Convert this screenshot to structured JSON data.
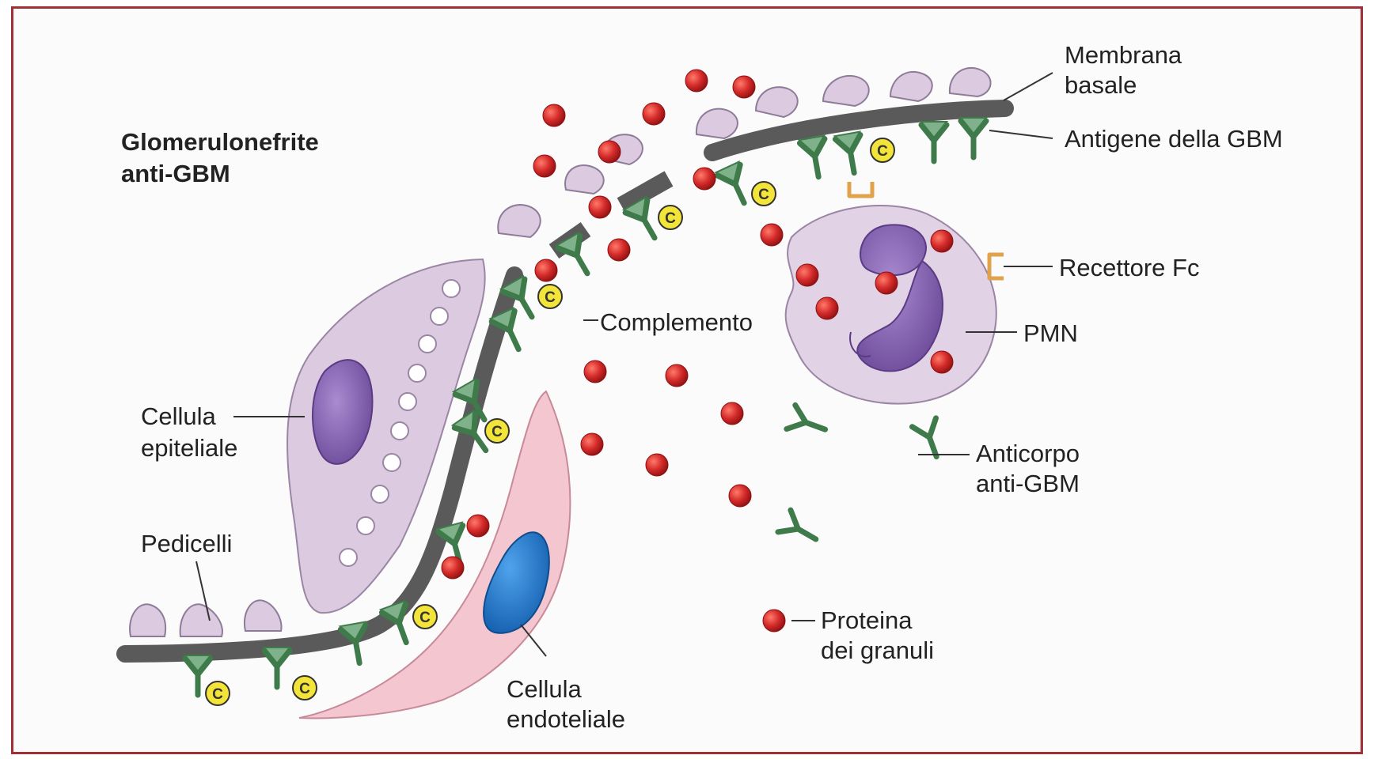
{
  "title": [
    "Glomerulonefrite",
    "anti-GBM"
  ],
  "labels": {
    "membrana_basale": [
      "Membrana",
      "basale"
    ],
    "antigene_gbm": "Antigene della GBM",
    "recettore_fc": "Recettore Fc",
    "complemento": "Complemento",
    "pmn": "PMN",
    "cellula_epiteliale": [
      "Cellula",
      "epiteliale"
    ],
    "anticorpo_anti_gbm": [
      "Anticorpo",
      "anti-GBM"
    ],
    "pedicelli": "Pedicelli",
    "proteina_granuli": [
      "Proteina",
      "dei granuli"
    ],
    "cellula_endoteliale": [
      "Cellula",
      "endoteliale"
    ]
  },
  "complement_symbol": "C",
  "colors": {
    "frame_border": "#a03034",
    "membrane": "#5a5a5a",
    "antibody": "#3f7a4a",
    "antigen": "#7fb28a",
    "complement": "#f3e43a",
    "granule_protein": "#d42a2a",
    "epithelial_cell": "#dccbe0",
    "nucleus_purple": "#7b5ba8",
    "endothelial_cell": "#f3c6d0",
    "endothelial_nucleus": "#1f73c8",
    "fc_receptor": "#e0a24a",
    "pmn_cell": "#e2d2e6"
  }
}
